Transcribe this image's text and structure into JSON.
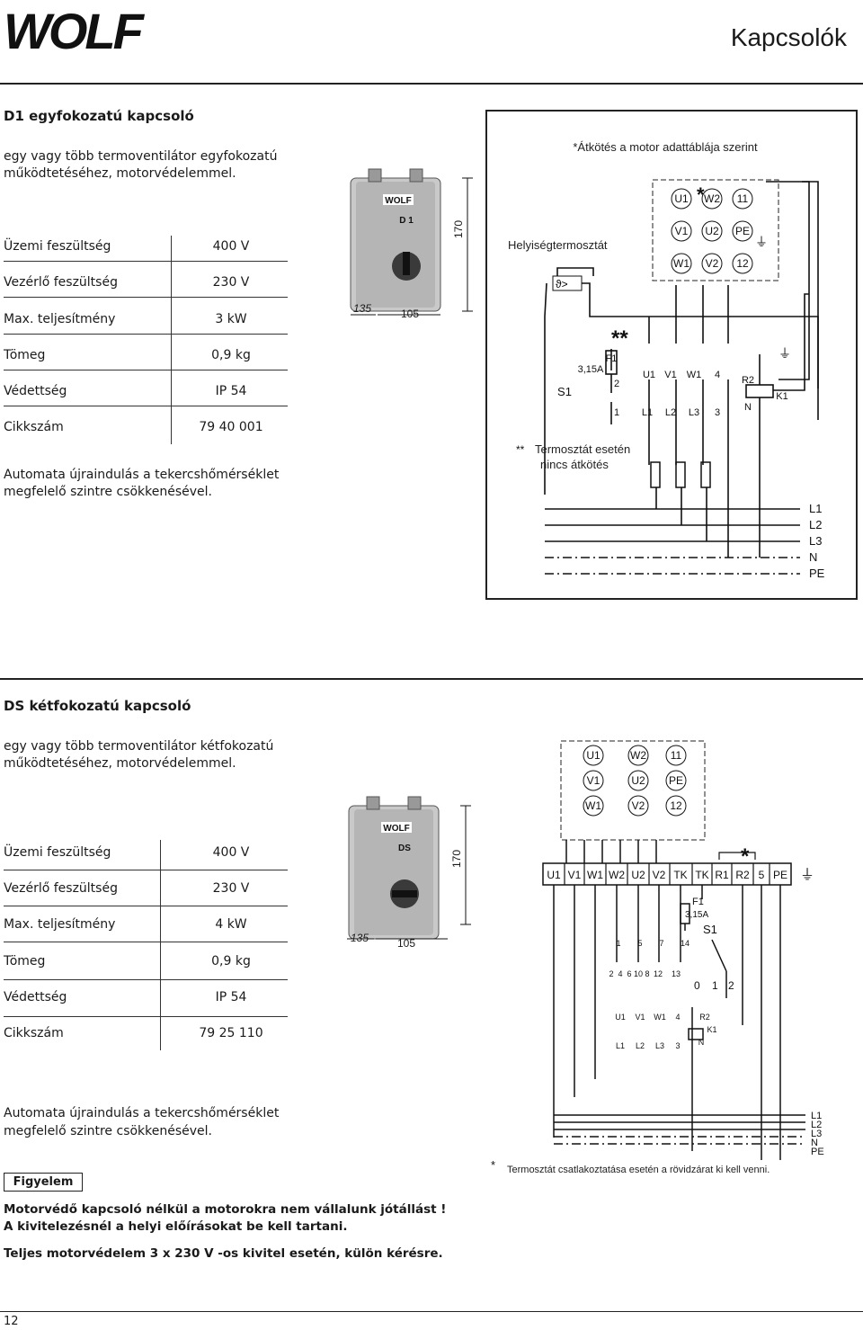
{
  "brand": "WOLF",
  "page_title": "Kapcsolók",
  "page_number": "12",
  "d1": {
    "heading": "D1 egyfokozatú kapcsoló",
    "desc1": "egy vagy több termoventilátor egyfokozatú",
    "desc2": "működtetéséhez, motorvédelemmel.",
    "specs": [
      {
        "label": "Üzemi feszültség",
        "value": "400 V"
      },
      {
        "label": "Vezérlő feszültség",
        "value": "230 V"
      },
      {
        "label": "Max. teljesítmény",
        "value": "3 kW"
      },
      {
        "label": "Tömeg",
        "value": "0,9 kg"
      },
      {
        "label": "Védettség",
        "value": "IP 54"
      },
      {
        "label": "Cikkszám",
        "value": "79 40 001"
      }
    ],
    "note1": "Automata újraindulás a tekercshőmérséklet",
    "note2": "megfelelő szintre csökkenésével.",
    "device_label": "D 1",
    "dim_height": "170",
    "dim_width": "105",
    "dim_depth": "135",
    "diagram": {
      "top_note": "*Átkötés a motor adattáblája szerint",
      "thermostat": "Helyiségtermosztát",
      "footnote_mark": "**",
      "footnote1": "Termosztát esetén",
      "footnote2": "nincs átkötés",
      "terminals_row1": [
        "U1",
        "W2",
        "11"
      ],
      "terminals_row2": [
        "V1",
        "U2",
        "PE"
      ],
      "terminals_row3": [
        "W1",
        "V2",
        "12"
      ],
      "fuse": "F1",
      "fuse_rating": "3,15A",
      "switch": "S1",
      "contacts_top": [
        "2",
        "U1",
        "V1",
        "W1",
        "4"
      ],
      "contacts_bottom": [
        "1",
        "L1",
        "L2",
        "L3",
        "3"
      ],
      "relay": "R2",
      "relay_k": "K1",
      "relay_n": "N",
      "lines": [
        "L1",
        "L2",
        "L3",
        "N",
        "PE"
      ]
    }
  },
  "ds": {
    "heading": "DS kétfokozatú kapcsoló",
    "desc1": "egy vagy több termoventilátor kétfokozatú",
    "desc2": "működtetéséhez, motorvédelemmel.",
    "specs": [
      {
        "label": "Üzemi feszültség",
        "value": "400 V"
      },
      {
        "label": "Vezérlő feszültség",
        "value": "230 V"
      },
      {
        "label": "Max. teljesítmény",
        "value": "4 kW"
      },
      {
        "label": "Tömeg",
        "value": "0,9 kg"
      },
      {
        "label": "Védettség",
        "value": "IP 54"
      },
      {
        "label": "Cikkszám",
        "value": "79 25 110"
      }
    ],
    "note1": "Automata újraindulás a tekercshőmérséklet",
    "note2": "megfelelő szintre csökkenésével.",
    "device_label": "DS",
    "dim_height": "170",
    "dim_width": "105",
    "dim_depth": "135",
    "diagram": {
      "terminals_row1": [
        "U1",
        "W2",
        "11"
      ],
      "terminals_row2": [
        "V1",
        "U2",
        "PE"
      ],
      "terminals_row3": [
        "W1",
        "V2",
        "12"
      ],
      "strip": [
        "U1",
        "V1",
        "W1",
        "W2",
        "U2",
        "V2",
        "TK",
        "TK",
        "R1",
        "R2",
        "5",
        "PE"
      ],
      "fuse": "F1",
      "fuse_rating": "3,15A",
      "switch": "S1",
      "switch_top": [
        "1",
        "5",
        "7",
        "14"
      ],
      "switch_bottom": [
        "2",
        "4",
        "6",
        "10",
        "8",
        "12",
        "13"
      ],
      "positions": [
        "0",
        "1",
        "2"
      ],
      "contacts_top": [
        "U1",
        "V1",
        "W1",
        "4"
      ],
      "contacts_bottom": [
        "L1",
        "L2",
        "L3",
        "3"
      ],
      "relay": "R2",
      "relay_k": "K1",
      "relay_n": "N",
      "lines": [
        "L1",
        "L2",
        "L3",
        "N",
        "PE"
      ],
      "asterisk": "*",
      "footnote": "Termosztát csatlakoztatása esetén a rövidzárat ki kell venni."
    }
  },
  "warning": {
    "box": "Figyelem",
    "line1": "Motorvédő kapcsoló nélkül a motorokra nem vállalunk jótállást !",
    "line2": "A kivitelezésnél a helyi előírásokat be kell tartani.",
    "line3": "Teljes motorvédelem 3 x 230 V -os kivitel esetén, külön kérésre."
  }
}
